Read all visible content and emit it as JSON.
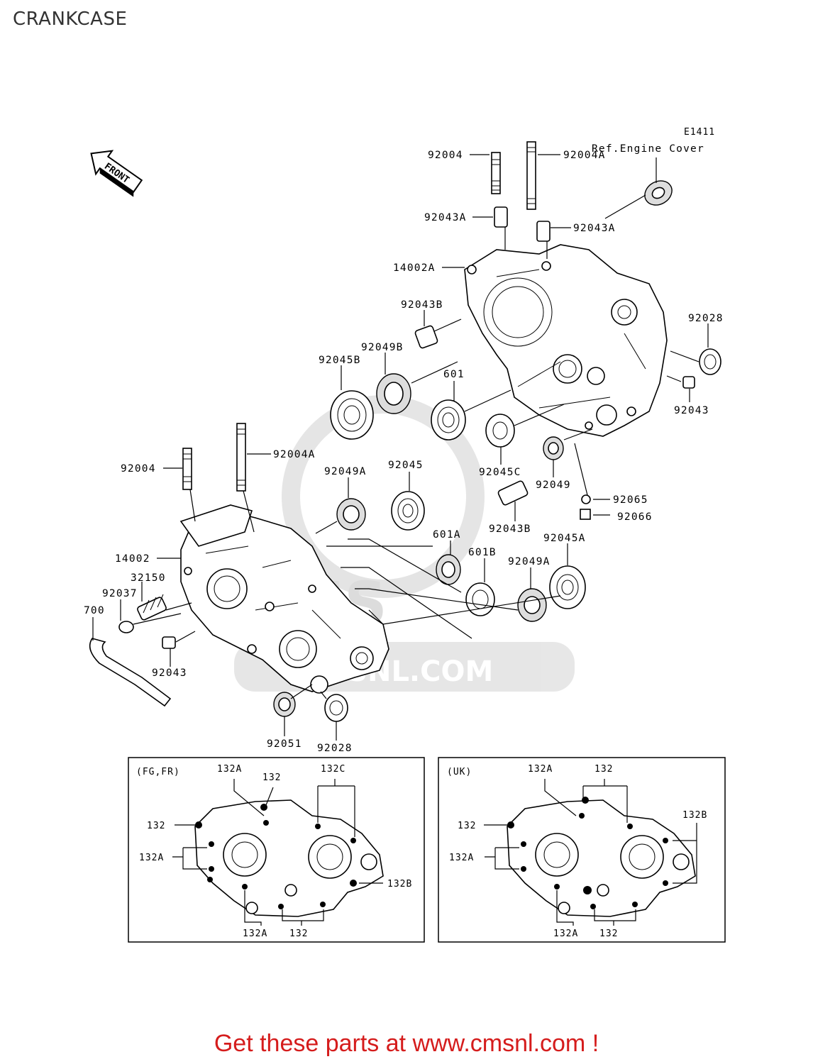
{
  "page_title": "CRANKCASE",
  "diagram_code": "E1411",
  "ref_note": "Ref.Engine Cover",
  "front_arrow": "FRONT",
  "watermark": "CMSNL.COM",
  "labels": {
    "l92004_top": "92004",
    "l92004A_top": "92004A",
    "l92043A_left": "92043A",
    "l92043A_right": "92043A",
    "l14002A": "14002A",
    "l92043B_top": "92043B",
    "l92049B": "92049B",
    "l92045B": "92045B",
    "l601": "601",
    "l92028_right": "92028",
    "l92043_right": "92043",
    "l92045C": "92045C",
    "l92049": "92049",
    "l92065": "92065",
    "l92066": "92066",
    "l92043B_mid": "92043B",
    "l92004_left": "92004",
    "l92004A_left": "92004A",
    "l92049A_top": "92049A",
    "l92045": "92045",
    "l601A": "601A",
    "l601B": "601B",
    "l92049A_mid": "92049A",
    "l92045A": "92045A",
    "l14002": "14002",
    "l32150": "32150",
    "l92037": "92037",
    "l700": "700",
    "l92043_left": "92043",
    "l92051": "92051",
    "l92028_bottom": "92028"
  },
  "inset_left": {
    "title": "(FG,FR)",
    "labels": [
      "132A",
      "132",
      "132C",
      "132",
      "132A",
      "132B",
      "132A",
      "132"
    ]
  },
  "inset_right": {
    "title": "(UK)",
    "labels": [
      "132A",
      "132",
      "132B",
      "132",
      "132A",
      "132A",
      "132"
    ]
  },
  "cta": "Get these parts at www.cmsnl.com !",
  "colors": {
    "cta": "#d51c1c",
    "ink": "#000000",
    "watermark": "#d9d9d9"
  }
}
